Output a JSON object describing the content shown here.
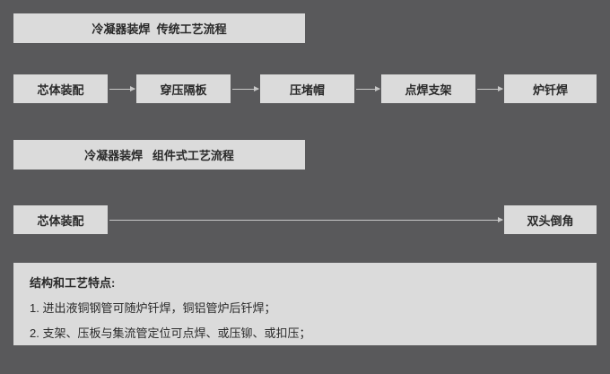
{
  "colors": {
    "background": "#59595b",
    "box": "#dbdbdb",
    "text": "#2a2a2a",
    "arrow": "#c8c8c8"
  },
  "flow1": {
    "title": "冷凝器装焊  传统工艺流程",
    "steps": [
      "芯体装配",
      "穿压隔板",
      "压堵帽",
      "点焊支架",
      "炉钎焊"
    ]
  },
  "flow2": {
    "title": "冷凝器装焊   组件式工艺流程",
    "steps": [
      "芯体装配",
      "双头倒角"
    ]
  },
  "notes": {
    "title": "结构和工艺特点:",
    "items": [
      "1. 进出液铜钢管可随炉钎焊，铜铝管炉后钎焊；",
      "2. 支架、压板与集流管定位可点焊、或压铆、或扣压；"
    ]
  }
}
